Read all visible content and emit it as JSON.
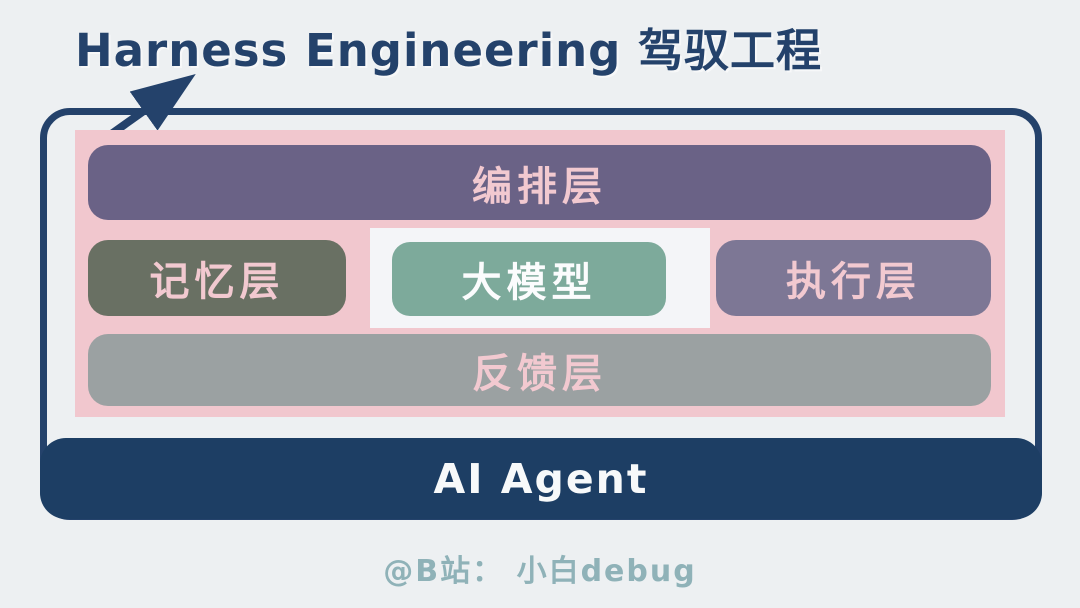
{
  "title": "Harness Engineering  驾驭工程",
  "diagram": {
    "layers": {
      "orchestration": "编排层",
      "memory": "记忆层",
      "model": "大模型",
      "execution": "执行层",
      "feedback": "反馈层"
    },
    "agent_label": "AI Agent"
  },
  "caption": "@B站： 小白debug",
  "colors": {
    "background": "#edf0f2",
    "navy": "#24426b",
    "agent_bar": "#1d3e64",
    "pink_panel": "#f1c7ce",
    "pink_text": "#f2c9d0",
    "orchestration": "#6a6286",
    "memory": "#697063",
    "model": "#7daa9b",
    "execution": "#7d7795",
    "feedback": "#9ba1a2",
    "highlight_panel": "#f4f5f8",
    "caption": "#8fb2b8"
  }
}
